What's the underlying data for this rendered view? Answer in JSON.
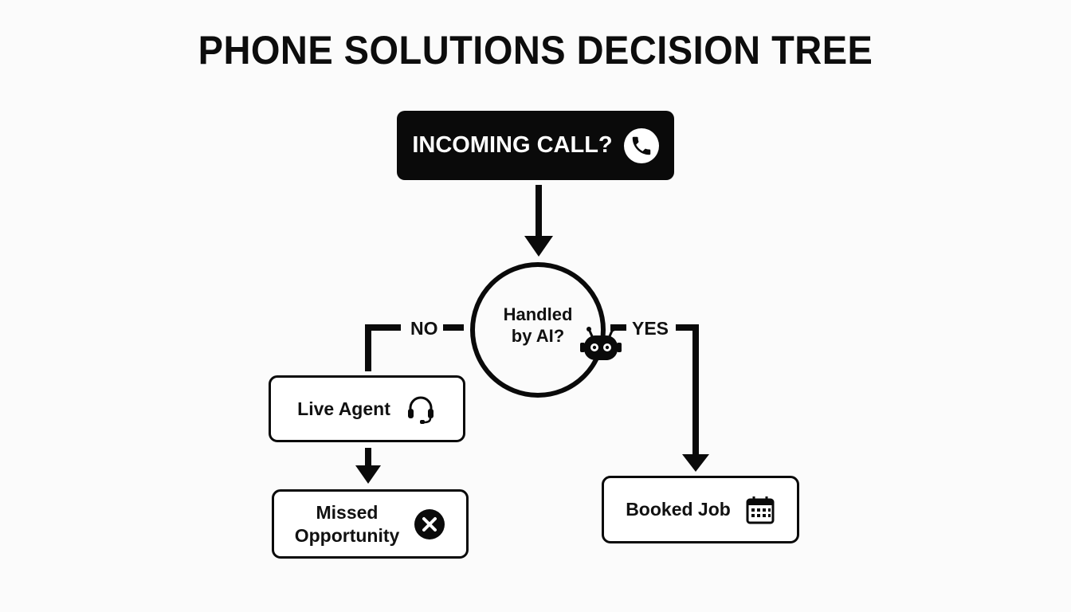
{
  "title": "PHONE SOLUTIONS DECISION TREE",
  "nodes": {
    "start": {
      "label": "INCOMING CALL?",
      "icon": "phone-icon"
    },
    "decision": {
      "line1": "Handled",
      "line2": "by AI?",
      "icon": "robot-icon"
    },
    "live_agent": {
      "label": "Live Agent",
      "icon": "headset-icon"
    },
    "missed": {
      "line1": "Missed",
      "line2": "Opportunity",
      "icon": "close-circle-icon"
    },
    "booked": {
      "label": "Booked Job",
      "icon": "calendar-icon"
    }
  },
  "branches": {
    "no": "NO",
    "yes": "YES"
  },
  "colors": {
    "ink": "#0a0a0a",
    "background": "#fbfbfb",
    "box_fill": "#ffffff"
  }
}
